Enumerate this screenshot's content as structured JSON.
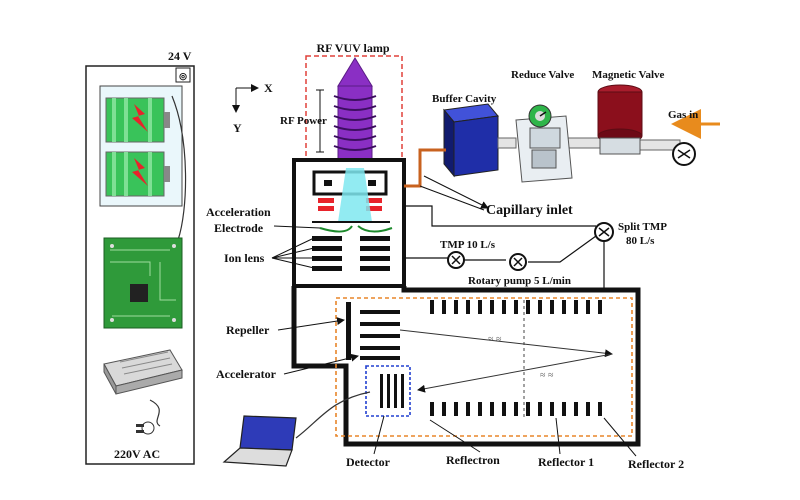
{
  "power": {
    "voltage_label": "24 V",
    "ac_label": "220V AC"
  },
  "lamp": {
    "title": "RF VUV lamp",
    "power_label": "RF Power"
  },
  "axes": {
    "x": "X",
    "y": "Y"
  },
  "gas_line": {
    "buffer": "Buffer Cavity",
    "reduce_valve": "Reduce Valve",
    "magnetic_valve": "Magnetic Valve",
    "gas_in": "Gas in",
    "capillary": "Capillary inlet"
  },
  "pumps": {
    "split_tmp_1": "Split TMP",
    "split_tmp_2": "80 L/s",
    "tmp": "TMP 10 L/s",
    "rotary": "Rotary pump 5 L/min"
  },
  "labels": {
    "acceleration_1": "Acceleration",
    "acceleration_2": "Electrode",
    "ion_lens": "Ion lens",
    "repeller": "Repeller",
    "accelerator": "Accelerator",
    "detector": "Detector",
    "reflectron": "Reflectron",
    "reflector1": "Reflector 1",
    "reflector2": "Reflector 2"
  },
  "colors": {
    "lamp_purple": "#8a2fc4",
    "lamp_border": "#e0403a",
    "buffer_blue": "#1f2ea8",
    "valve_red": "#8b0f1c",
    "pcb_green": "#2f9a3a",
    "battery_green": "#39c35a",
    "orange_dash": "#e8852a",
    "blue_dash": "#2240d0",
    "gas_arrow": "#e88b1d"
  }
}
